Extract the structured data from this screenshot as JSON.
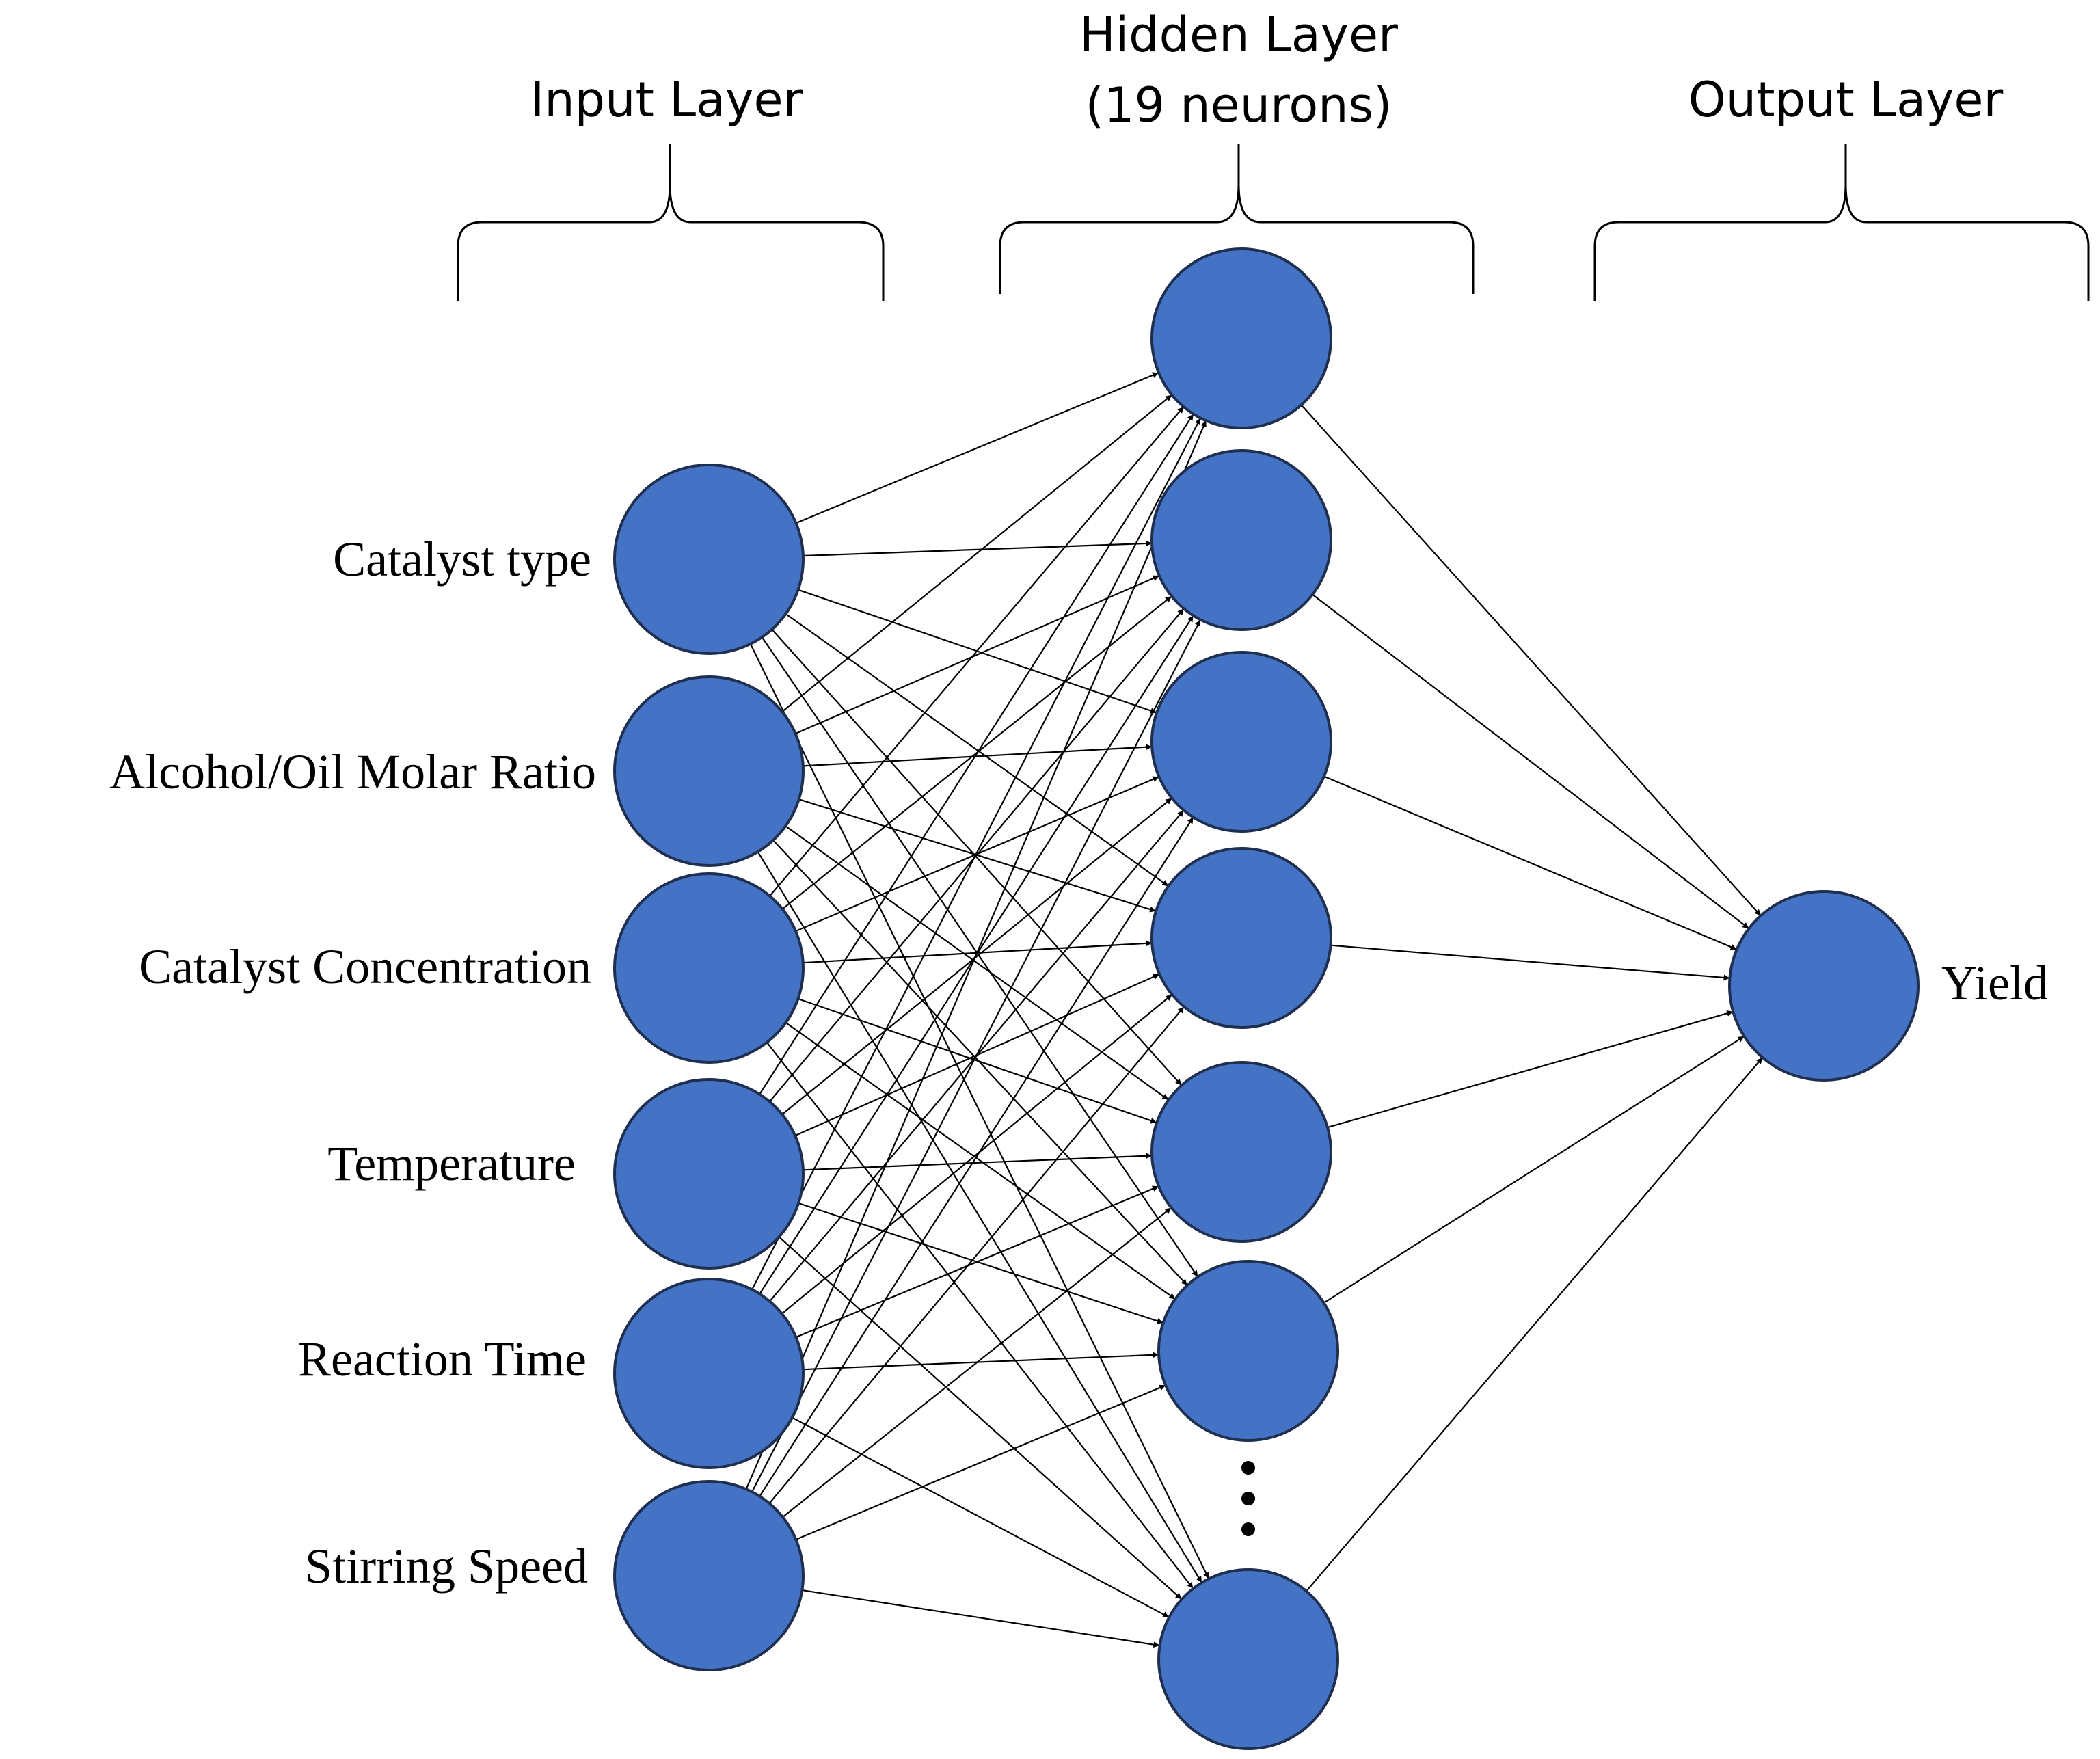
{
  "layers": {
    "input": {
      "title_lines": [
        "Input Layer"
      ]
    },
    "hidden": {
      "title_lines": [
        "Hidden Layer",
        "(19 neurons)"
      ]
    },
    "output": {
      "title_lines": [
        "Output Layer"
      ]
    }
  },
  "input_nodes": [
    "Catalyst type",
    "Alcohol/Oil Molar Ratio",
    "Catalyst Concentration",
    "Temperature",
    "Reaction Time",
    "Stirring Speed"
  ],
  "hidden_nodes_drawn": 7,
  "output_nodes": [
    "Yield"
  ],
  "colors": {
    "neuron_fill": "#4472C4",
    "neuron_stroke": "#1F2F4F",
    "edge": "#000000",
    "text": "#000000"
  },
  "ellipsis_symbol": "vertical-dots"
}
